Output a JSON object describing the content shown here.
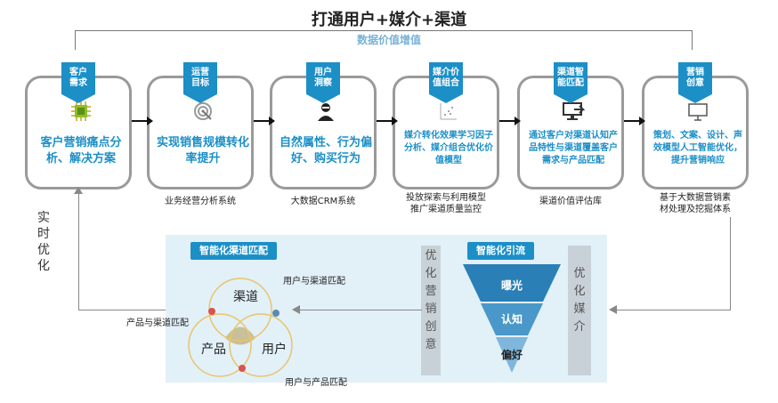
{
  "header": {
    "title": "打通用户+媒介+渠道",
    "subtitle": "数据价值增值"
  },
  "flow": [
    {
      "tag": "客户\n需求",
      "icon": "chip-icon",
      "text": "客户营销痛点分析、解决方案",
      "caption": ""
    },
    {
      "tag": "运营\n目标",
      "icon": "target-icon",
      "text": "实现销售规模转化率提升",
      "caption": "业务经营分析系统"
    },
    {
      "tag": "用户\n洞察",
      "icon": "person-icon",
      "text": "自然属性、行为偏好、购买行为",
      "caption": "大数据CRM系统"
    },
    {
      "tag": "媒介价\n值组合",
      "icon": "scatter-icon",
      "text": "媒介转化效果学习因子分析、媒介组合优化价值模型",
      "caption": "投放探索与利用模型\n推广渠道质量监控"
    },
    {
      "tag": "渠道智\n能匹配",
      "icon": "monitor-icon",
      "text": "通过客户对渠道认知产品特性与渠道覆盖客户需求与产品匹配",
      "caption": "渠道价值评估库"
    },
    {
      "tag": "营销\n创意",
      "icon": "ad-icon",
      "text": "策划、文案、设计、声效模型人工智能优化，提升营销响应",
      "caption": "基于大数据营销素\n材处理及挖掘体系"
    }
  ],
  "realtime_label": "实时优化",
  "left_panel": {
    "badge": "智能化渠道匹配",
    "circles": {
      "top": "渠道",
      "left": "产品",
      "right": "用户"
    },
    "notes": {
      "user_channel": "用户与渠道匹配",
      "product_channel": "产品与渠道匹配",
      "user_product": "用户与产品匹配"
    }
  },
  "middle_column": "优化营销创意",
  "right_panel": {
    "badge": "智能化引流",
    "funnel": [
      "曝光",
      "认知",
      "偏好"
    ],
    "side_label": "优化媒介"
  },
  "colors": {
    "accent": "#1c8fc7",
    "panel_bg": "#e2f0f8",
    "subtitle": "#79b2d8"
  }
}
